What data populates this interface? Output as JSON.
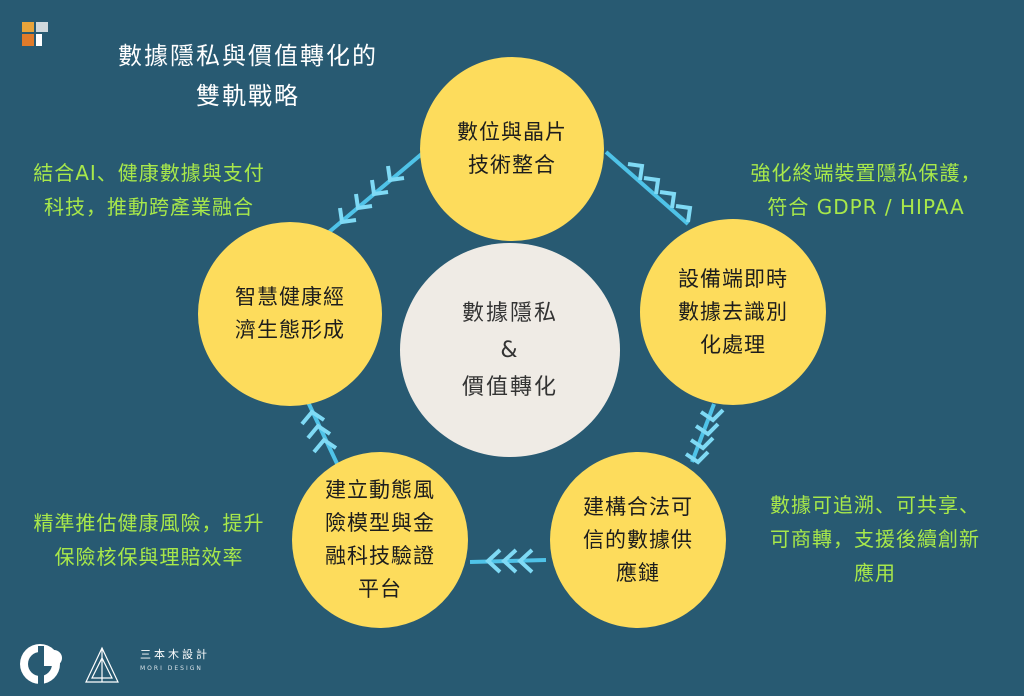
{
  "title": {
    "line1": "數據隱私與價值轉化的",
    "line2": "雙軌戰略"
  },
  "center": {
    "line1": "數據隱私",
    "line2": "&",
    "line3": "價值轉化"
  },
  "nodes": {
    "top": {
      "line1": "數位與晶片",
      "line2": "技術整合"
    },
    "right": {
      "line1": "設備端即時",
      "line2": "數據去識別",
      "line3": "化處理"
    },
    "bottom_right": {
      "line1": "建構合法可",
      "line2": "信的數據供",
      "line3": "應鏈"
    },
    "bottom_left": {
      "line1": "建立動態風",
      "line2": "險模型與金",
      "line3": "融科技驗證",
      "line4": "平台"
    },
    "left": {
      "line1": "智慧健康經",
      "line2": "濟生態形成"
    }
  },
  "notes": {
    "top_right": {
      "line1": "強化終端裝置隱私保護，",
      "line2": "符合 GDPR / HIPAA"
    },
    "bottom_right": {
      "line1": "數據可追溯、可共享、",
      "line2": "可商轉，支援後續創新",
      "line3": "應用"
    },
    "bottom_left": {
      "line1": "精準推估健康風險，提升",
      "line2": "保險核保與理賠效率"
    },
    "top_left": {
      "line1": "結合AI、健康數據與支付",
      "line2": "科技，推動跨產業融合"
    }
  },
  "brand": {
    "name": "三本木設計",
    "sub": "MORI DESIGN"
  },
  "colors": {
    "background": "#285a72",
    "node": "#fddc5c",
    "center": "#efebe5",
    "note_text": "#a8e84a",
    "arrow": "#4fc3e8"
  }
}
